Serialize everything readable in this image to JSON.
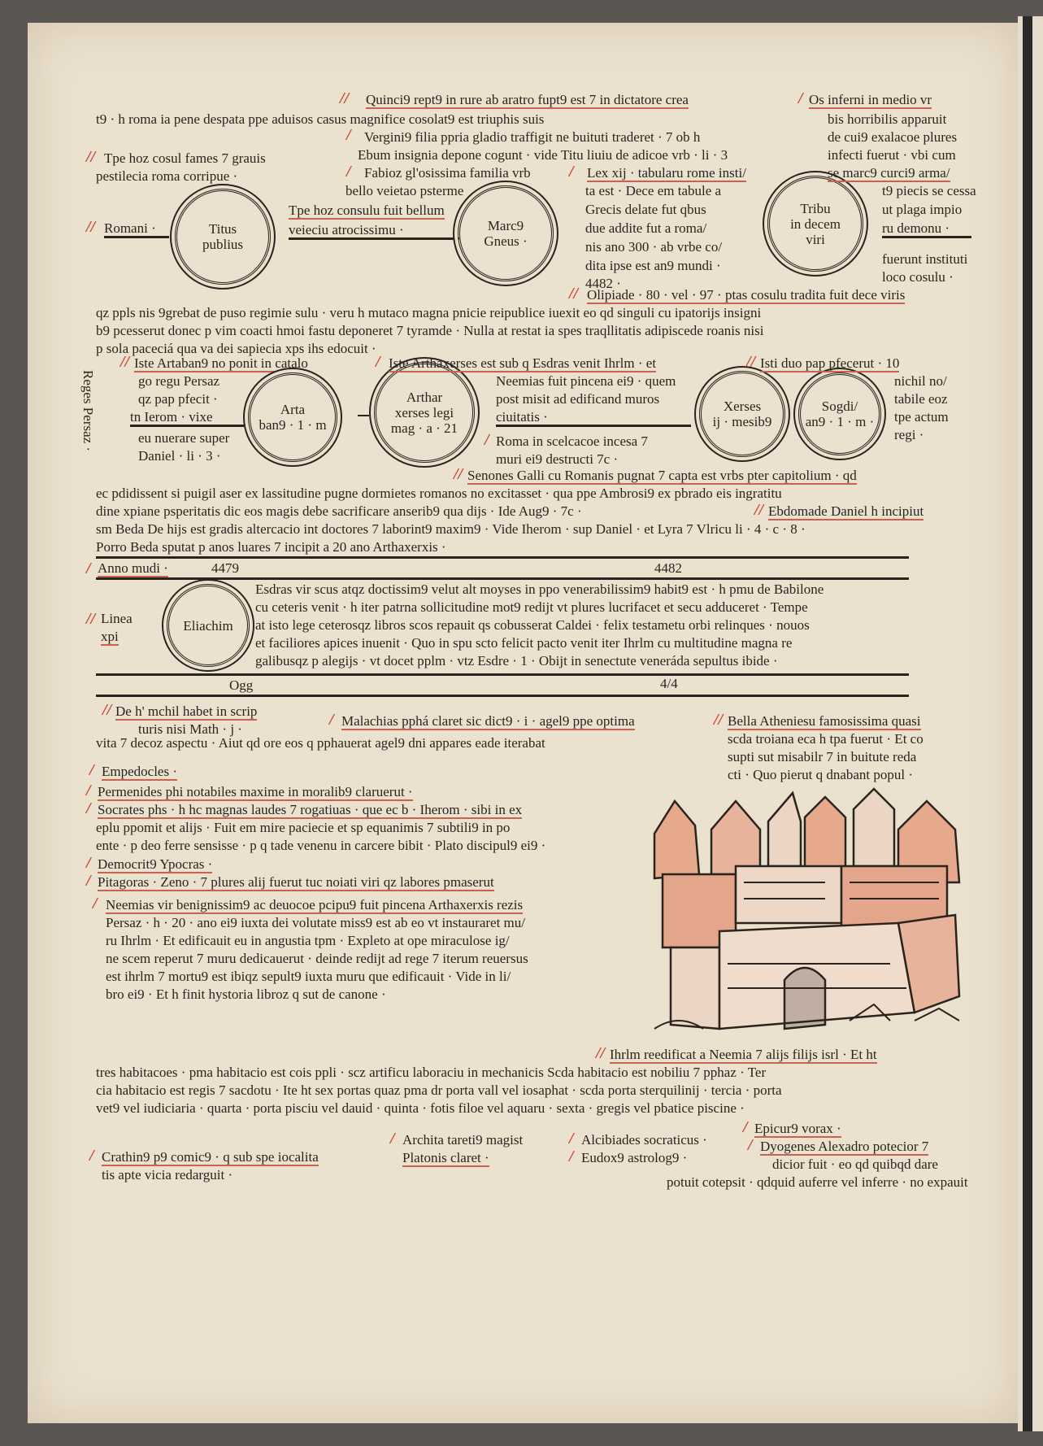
{
  "top": {
    "l1": "Quinci9 rept9 in rure ab aratro fupt9 est 7 in dictatore crea",
    "l2": "t9 · h roma ia pene despata ppe aduisos casus magnifice cosolat9 est triuphis suis",
    "l3": "Vergini9 filia ppria gladio traffigit ne buituti traderet · 7 ob h",
    "l4": "Ebum insignia depone cogunt · vide Titu liuiu de adicoe vrb · li · 3",
    "l5": "Fabioz gl'osissima familia vrb",
    "l6": "bello veietao psterme",
    "tpe_a": "Tpe hoz cosul fames 7 grauis",
    "tpe_b": "pestilecia roma corripue ·",
    "tpe2_a": "Tpe hoz consulu fuit bellum",
    "tpe2_b": "veieciu atrocissimu ·",
    "romani": "Romani ·",
    "lex": [
      "Lex xij · tabularu rome insti/",
      "ta est · Dece em tabule a",
      "Grecis delate fut qbus",
      "due addite fut a roma/",
      "nis ano 300 · ab vrbe co/",
      "dita ipse est an9 mundi ·",
      "4482 ·"
    ],
    "right": [
      "Os inferni in medio vr",
      "bis horribilis apparuit",
      "de cui9 exalacoe plures",
      "infecti fuerut · vbi cum",
      "se marc9 curci9 arma/",
      "t9 piecis se cessa",
      "ut plaga impio",
      "ru demonu ·",
      "fuerunt instituti",
      "loco cosulu ·"
    ],
    "olimp": "Olipiade · 80 · vel · 97 · ptas cosulu tradita fuit dece viris",
    "full": [
      "qz ppls nis 9grebat de puso regimie sulu · veru h mutaco magna pnicie reipublice iuexit eo qd singuli cu ipatorijs insigni",
      "b9 pcesserut donec p vim coacti hmoi fastu deponeret 7 tyramde · Nulla at restat ia spes traqllitatis adipiscede roanis nisi",
      "p sola paceciá qua va dei sapiecia xps ihs edocuit ·"
    ]
  },
  "circles": {
    "titus": [
      "Titus",
      "publius"
    ],
    "marcus": [
      "Marc9",
      "Gneus ·"
    ],
    "tribuni": [
      "Tribu",
      "in decem",
      "viri"
    ],
    "arta": [
      "Arta",
      "ban9 · 1 · m"
    ],
    "arthaxerses": [
      "Arthar",
      "xerses legi",
      "mag · a · 21"
    ],
    "xerses": [
      "Xerses",
      "ij · mesib9"
    ],
    "sogdi": [
      "Sogdi/",
      "an9 · 1 · m ·"
    ],
    "eliachim": [
      "Eliachim"
    ]
  },
  "persae": {
    "side_label": "Reges Persaz ·",
    "iste_art": "Iste Artaban9 no ponit in catalo",
    "left": [
      "go regu Persaz",
      "qz pap pfecit ·",
      "tn Ierom · vixe",
      "eu nuerare super",
      "Daniel · li · 3 ·"
    ],
    "iste_arth": "Iste Arthaxerses est sub q Esdras venit Ihrlm · et",
    "mid": [
      "Neemias fuit pincena ei9 · quem",
      "post misit ad edificand muros",
      "ciuitatis ·"
    ],
    "roma": [
      "Roma in scelcacoe incesa 7",
      "muri ei9 destructi 7c ·"
    ],
    "isti": "Isti duo pap pfecerut · 10",
    "right": [
      "nichil no/",
      "tabile eoz",
      "tpe actum",
      "regi ·"
    ],
    "senones": "Senones Galli cu Romanis pugnat 7 capta est vrbs pter capitolium · qd",
    "full": [
      "ec pdidissent si puigil aser ex lassitudine pugne dormietes romanos no excitasset · qua ppe Ambrosi9 ex pbrado eis ingratitu",
      "dine xpiane psperitatis dic eos magis debe sacrificare anserib9 qua dijs · Ide Aug9 · 7c ·",
      "sm Beda De hijs est gradis altercacio int doctores 7 laborint9 maxim9 · Vide Iherom · sup Daniel · et Lyra 7 Vlricu li · 4 · c · 8 ·",
      "Porro Beda sputat p anos luares 7 incipit a 20 ano Arthaxerxis ·"
    ],
    "ebdomade": "Ebdomade Daniel h incipiut"
  },
  "anno": {
    "label": "Anno mudi ·",
    "y1": "4479",
    "y2": "4482"
  },
  "linea": {
    "label1": "Linea",
    "label2": "xpi"
  },
  "esdras": [
    "Esdras vir scus atqz doctissim9 velut alt moyses in ppo venerabilissim9 habit9 est · h pmu de Babilone",
    "cu ceteris venit · h iter patrna sollicitudine mot9 redijt vt plures lucrifacet et secu adduceret · Tempe",
    "at isto lege ceterosqz libros scos repauit qs cobusserat Caldei · felix testametu orbi relinques · nouos",
    "et faciliores apices inuenit · Quo in spu scto felicit pacto venit iter Ihrlm cu multitudine magna re",
    "galibusqz p alegijs · vt docet pplm · vtz Esdre · 1 · Obijt in senectute veneráda sepultus ibide ·"
  ],
  "folio": {
    "left": "Ogg",
    "right": "4/4"
  },
  "lower": {
    "de": [
      "De h' mchil habet in scrip",
      "turis nisi Math · j ·"
    ],
    "malachias": "Malachias pphá claret sic dict9 · i · agel9 ppe optima",
    "vita": "vita 7 decoz aspectu · Aiut qd ore eos q pphauerat agel9 dni appares eade iterabat",
    "bella": [
      "Bella Atheniesu famosissima quasi",
      "scda troiana eca h tpa fuerut · Et co",
      "supti sut misabilr 7 in buitute reda",
      "cti · Quo pierut q dnabant popul ·"
    ],
    "empedocles": "Empedocles ·",
    "permenides": "Permenides phi notabiles maxime in moralib9 claruerut ·",
    "socrates": [
      "Socrates phs · h hc magnas laudes 7 rogatiuas · que ec b · Iherom · sibi in ex",
      "eplu ppomit et alijs · Fuit em mire paciecie et sp equanimis 7 subtili9 in po",
      "ente · p deo ferre sensisse · p q tade venenu in carcere bibit · Plato discipul9 ei9 ·"
    ],
    "democritus": "Democrit9 Ypocras ·",
    "pitagoras": "Pitagoras · Zeno · 7 plures alij fuerut tuc noiati viri qz labores pmaserut",
    "neemias": [
      "Neemias vir benignissim9 ac deuocoe pcipu9 fuit pincena Arthaxerxis rezis",
      "Persaz · h · 20 · ano ei9 iuxta dei volutate miss9 est ab eo vt instauraret mu/",
      "ru Ihrlm · Et edificauit eu in angustia tpm · Expleto at ope miraculose ig/",
      "ne scem reperut 7 muru dedicauerut · deinde redijt ad rege 7 iterum reuersus",
      "est ihrlm 7 mortu9 est ibiqz sepult9 iuxta muru que edificauit · Vide in li/",
      "bro ei9 · Et h finit hystoria libroz q sut de canone ·"
    ],
    "ihrlm": "Ihrlm reedificat a Neemia 7 alijs filijs isrl · Et ht",
    "portae": [
      "tres habitacoes · pma habitacio est cois ppli · scz artificu laboraciu in mechanicis Scda habitacio est nobiliu 7 pphaz · Ter",
      "cia habitacio est regis 7 sacdotu · Ite ht sex portas quaz pma dr porta vall vel iosaphat · scda porta sterquilinij · tercia · porta",
      "vet9 vel iudiciaria · quarta · porta pisciu vel dauid · quinta · fotis filoe vel aquaru · sexta · gregis vel pbatice piscine ·"
    ],
    "epicurus": "Epicur9 vorax ·",
    "archita": [
      "Archita tareti9 magist",
      "Platonis claret ·"
    ],
    "alcibiades": [
      "Alcibiades socraticus ·",
      "Eudox9 astrolog9 ·"
    ],
    "diogenes": [
      "Dyogenes Alexadro potecior 7",
      "dicior fuit · eo qd quibqd dare",
      "potuit cotepsit · qdquid auferre vel inferre · no expauit"
    ],
    "crathinus": [
      "Crathin9 p9 comic9 · q sub spe iocalita",
      "tis apte vicia redarguit ·"
    ]
  },
  "colors": {
    "ink": "#2b241e",
    "rubric": "#c23c30",
    "paper": "#ebe1cf",
    "woodcut_tint": "#e3a68a"
  }
}
